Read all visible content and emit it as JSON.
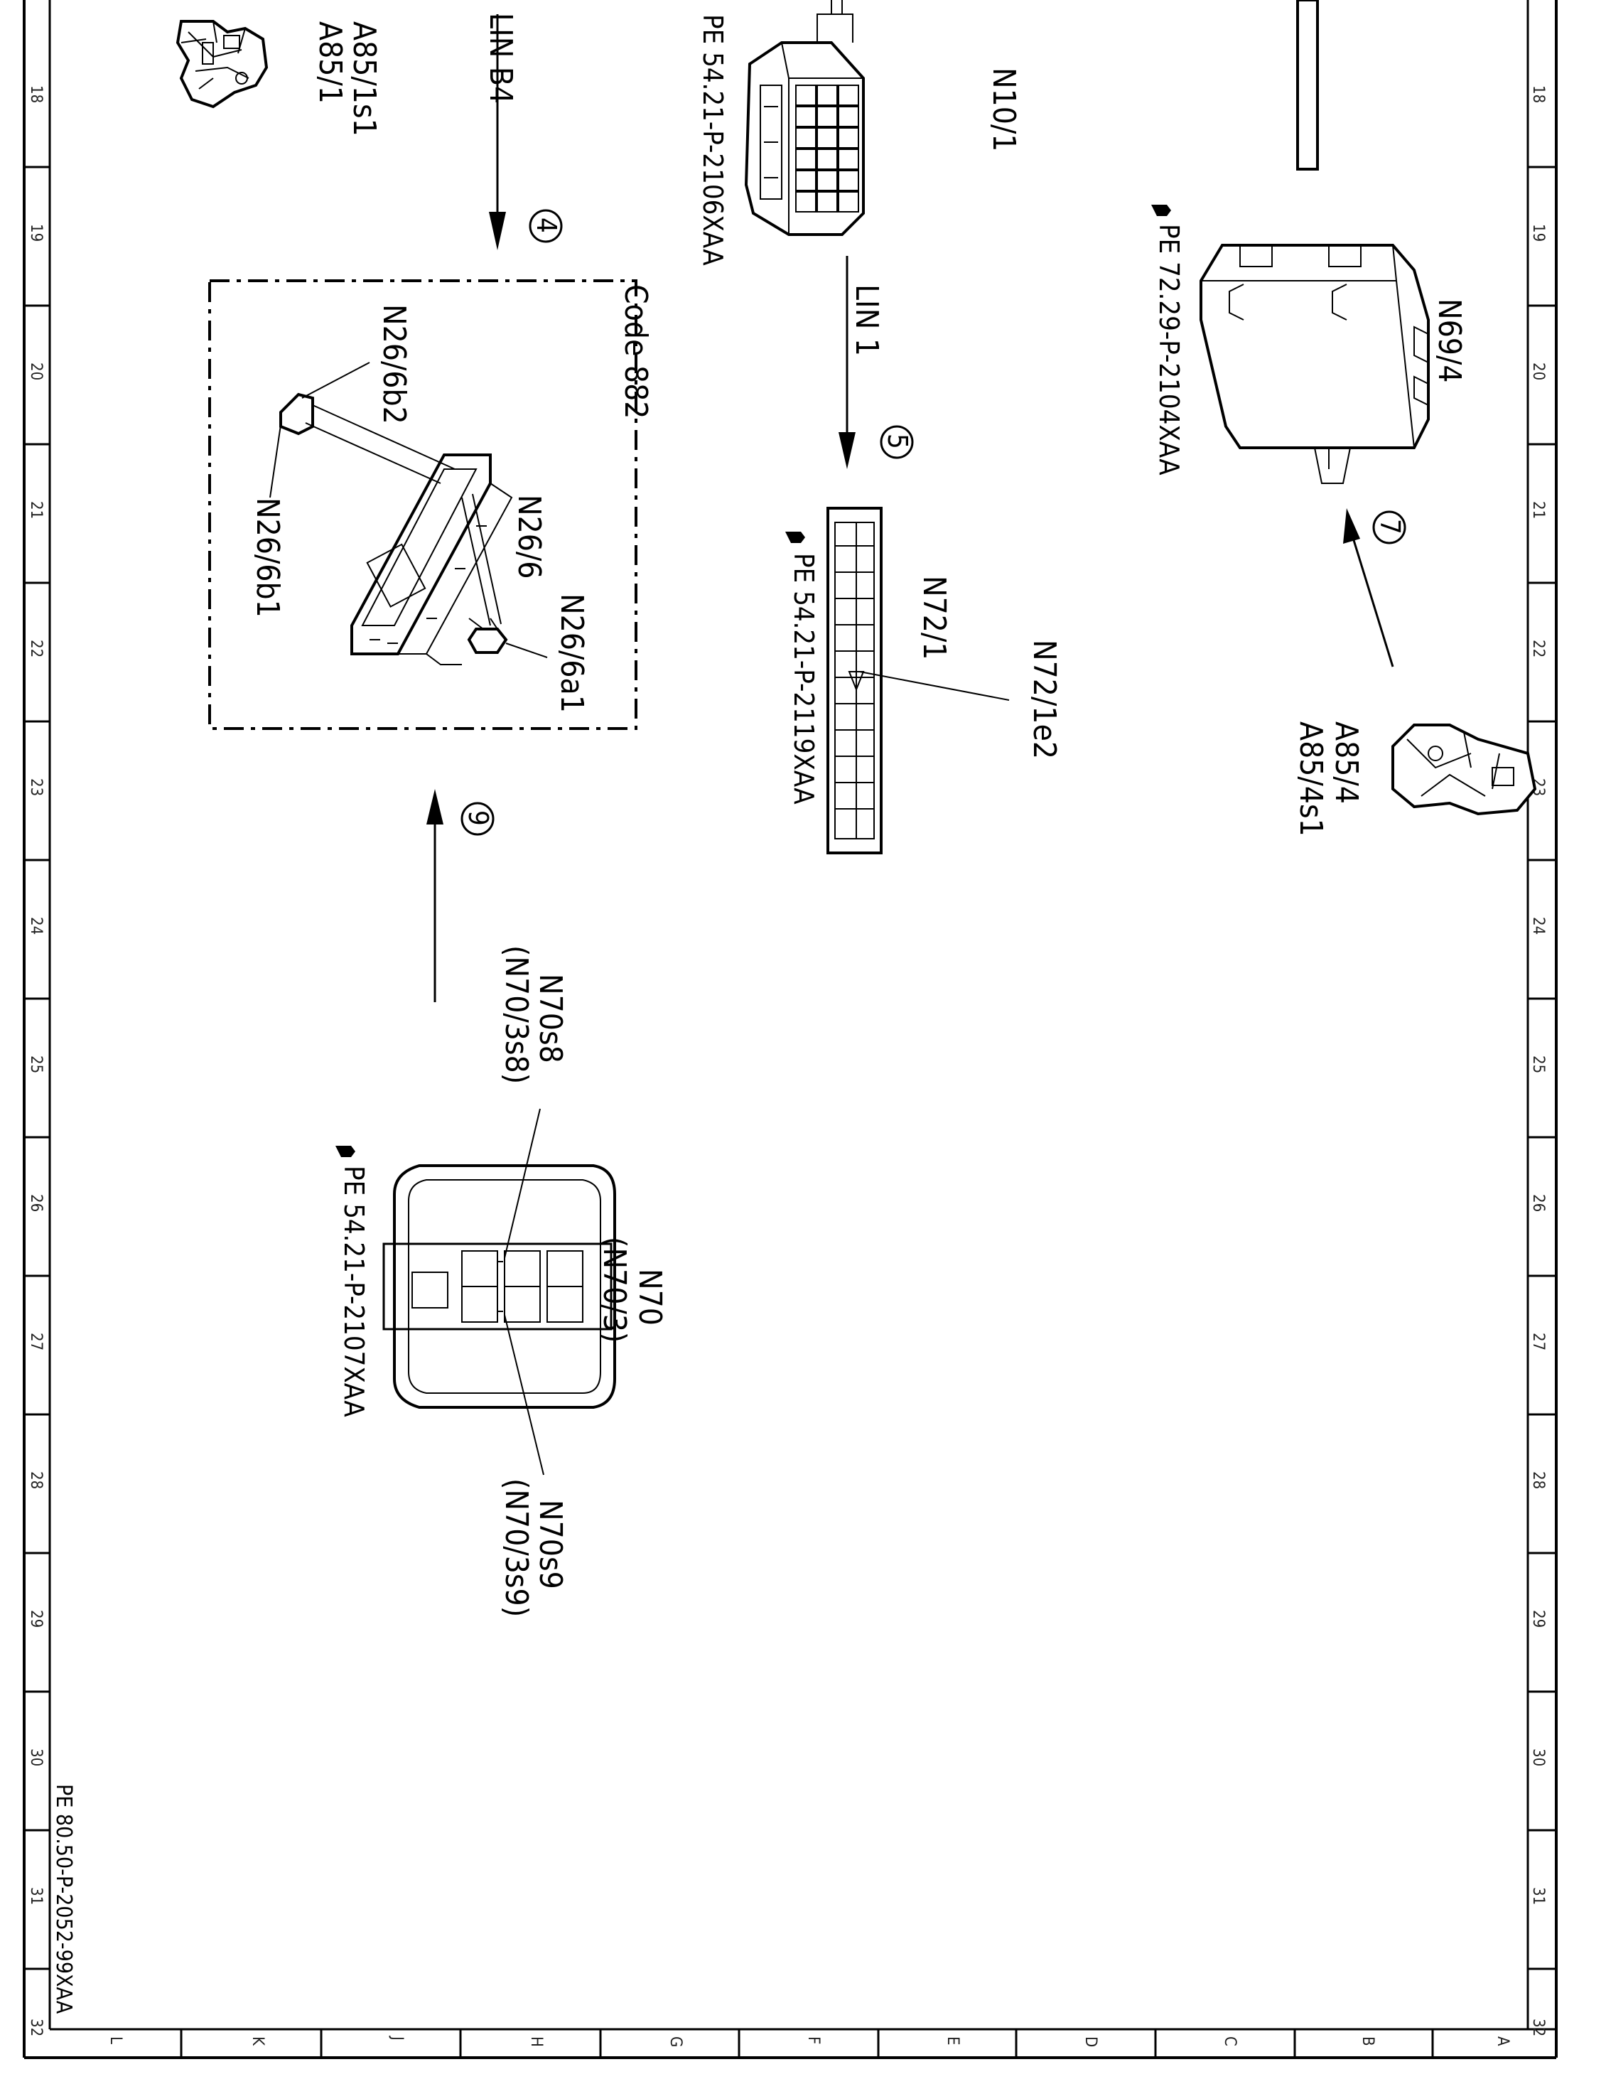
{
  "diagram": {
    "row_numbers": [
      "18",
      "19",
      "20",
      "21",
      "22",
      "23",
      "24",
      "25",
      "26",
      "27",
      "28",
      "29",
      "30",
      "31",
      "32"
    ],
    "column_letters": [
      "L",
      "K",
      "J",
      "H",
      "G",
      "F",
      "E",
      "D",
      "C",
      "B",
      "A"
    ],
    "doc_code": "PE 80.50-P-2052-99XAA",
    "components": {
      "a85_1": "A85/1",
      "a85_1s1": "A85/1s1",
      "n10_1": "N10/1",
      "n10_1_ref": "PE 54.21-P-2106XAA",
      "n69_4": "N69/4",
      "n69_4_ref": "PE 72.29-P-2104XAA",
      "code": "Code 882",
      "n26_6": "N26/6",
      "n26_6b2": "N26/6b2",
      "n26_6b1": "N26/6b1",
      "n26_6a1": "N26/6a1",
      "n72_1": "N72/1",
      "n72_1e2": "N72/1e2",
      "n72_1_ref": "PE 54.21-P-2119XAA",
      "a85_4": "A85/4",
      "a85_4s1": "A85/4s1",
      "n70": "N70",
      "n70_3": "(N70/3)",
      "n70s8": "N70s8",
      "n70_3s8": "(N70/3s8)",
      "n70s9": "N70s9",
      "n70_3s9": "(N70/3s9)",
      "n70_ref": "PE 54.21-P-2107XAA"
    },
    "buses": {
      "lin_b4": "LIN B4",
      "lin_1": "LIN 1"
    },
    "callouts": [
      "4",
      "5",
      "7",
      "9"
    ],
    "icons": [
      "pointing-hand-icon"
    ]
  }
}
